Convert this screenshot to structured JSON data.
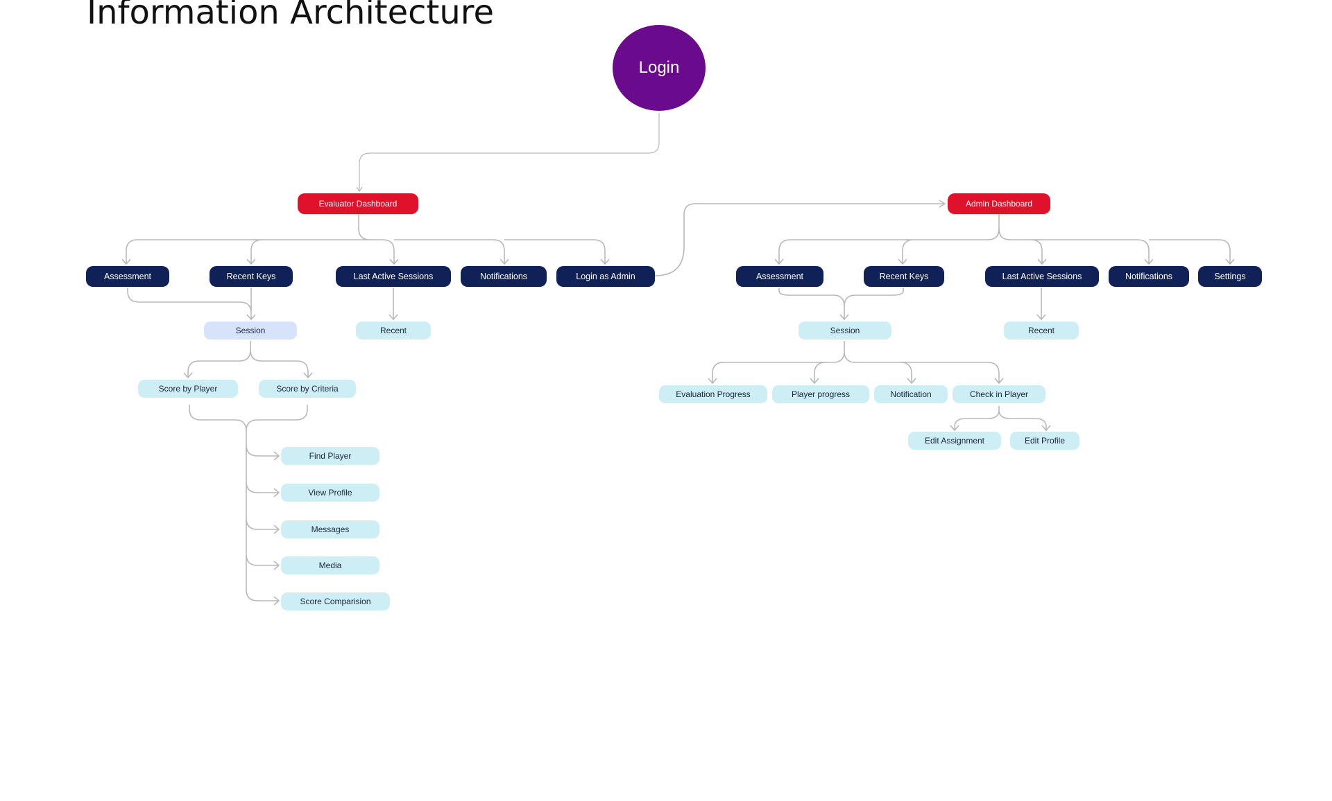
{
  "title": "Information Architecture",
  "colors": {
    "login": "#6a0a8c",
    "dashboard": "#e0112b",
    "primary_node": "#0f2157",
    "secondary_node": "#cdeef5",
    "session_highlight": "#d7e3fb",
    "connector": "#b8b8b8"
  },
  "login": {
    "label": "Login"
  },
  "evaluator": {
    "dashboard": "Evaluator Dashboard",
    "assessment": "Assessment",
    "recent_keys": "Recent Keys",
    "last_active_sessions": "Last Active Sessions",
    "notifications": "Notifications",
    "login_as_admin": "Login as Admin",
    "session": "Session",
    "recent": "Recent",
    "score_by_player": "Score by Player",
    "score_by_criteria": "Score by Criteria",
    "find_player": "Find Player",
    "view_profile": "View Profile",
    "messages": "Messages",
    "media": "Media",
    "score_comparision": "Score Comparision"
  },
  "admin": {
    "dashboard": "Admin Dashboard",
    "assessment": "Assessment",
    "recent_keys": "Recent Keys",
    "last_active_sessions": "Last Active Sessions",
    "notifications": "Notifications",
    "settings": "Settings",
    "session": "Session",
    "recent": "Recent",
    "evaluation_progress": "Evaluation Progress",
    "player_progress": "Player progress",
    "notification": "Notification",
    "check_in_player": "Check in Player",
    "edit_assignment": "Edit Assignment",
    "edit_profile": "Edit Profile"
  }
}
